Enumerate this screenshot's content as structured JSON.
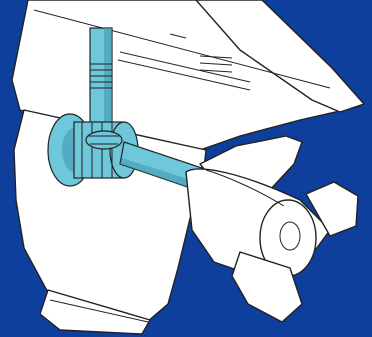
{
  "diagram": {
    "background_color": "#0e3f9c",
    "housing_color": "#ffffff",
    "outline_color": "#222222",
    "drivetrain_color": "#6ec7da",
    "drivetrain_shade_color": "#3e95ad",
    "parts": [
      {
        "id": "lower-unit-housing"
      },
      {
        "id": "vertical-drive-shaft"
      },
      {
        "id": "bevel-gear-set"
      },
      {
        "id": "propeller-shaft"
      },
      {
        "id": "propeller"
      }
    ]
  }
}
